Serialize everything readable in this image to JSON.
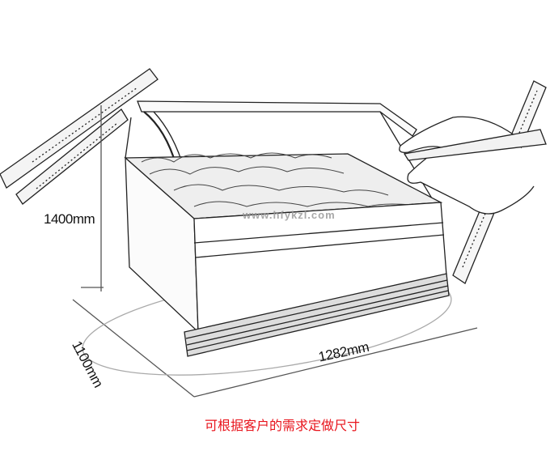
{
  "dimensions": {
    "height": "1400mm",
    "depth": "1100mm",
    "width": "1282mm"
  },
  "caption": "可根据客户的需求定做尺寸",
  "watermark": "www.hfykzl.com",
  "colors": {
    "caption": "#e8141c",
    "sketch": "#222222"
  }
}
